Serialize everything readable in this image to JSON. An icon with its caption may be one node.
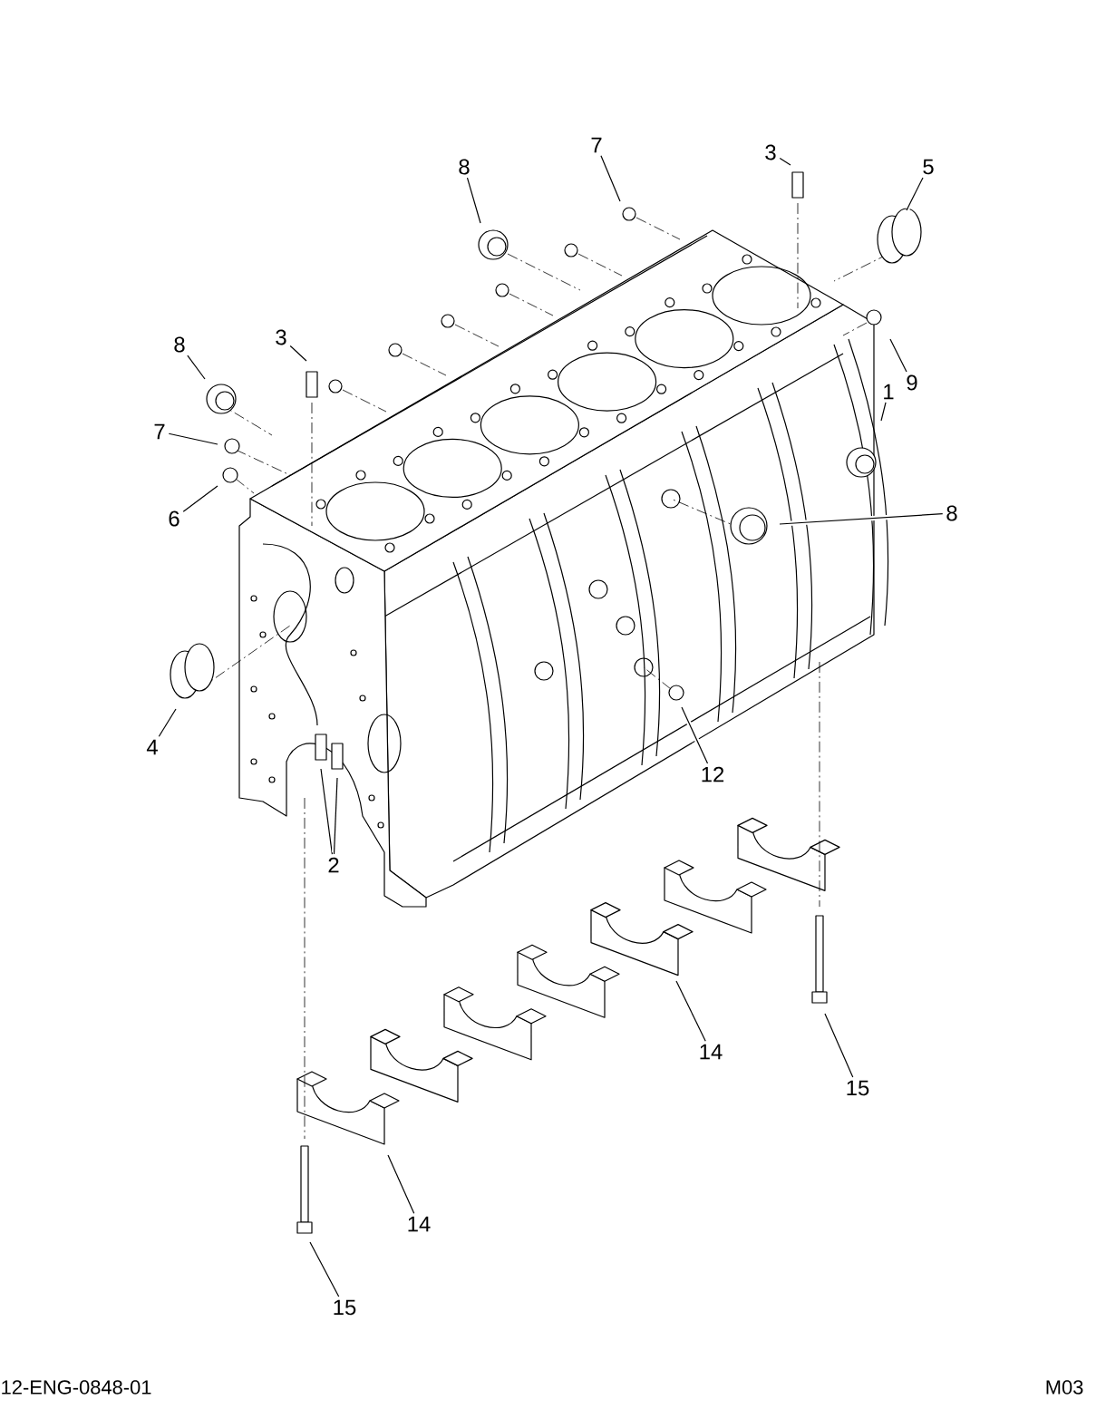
{
  "diagram": {
    "nodes": [
      {
        "text": [
          "7"
        ]
      },
      {
        "text": [
          "3"
        ]
      },
      {
        "text": [
          "8"
        ]
      },
      {
        "text": [
          "5"
        ]
      },
      {
        "text": [
          "3"
        ]
      },
      {
        "text": [
          "8"
        ]
      },
      {
        "text": [
          "9"
        ]
      },
      {
        "text": [
          "1"
        ]
      },
      {
        "text": [
          "7"
        ]
      },
      {
        "text": [
          "8"
        ]
      },
      {
        "text": [
          "6"
        ]
      },
      {
        "text": [
          "4"
        ]
      },
      {
        "text": [
          "12"
        ]
      },
      {
        "text": [
          "2"
        ]
      },
      {
        "text": [
          "14"
        ]
      },
      {
        "text": [
          "15"
        ]
      },
      {
        "text": [
          "14"
        ]
      },
      {
        "text": [
          "15"
        ]
      }
    ],
    "edges": [
      {
        "from": 0,
        "to": null,
        "arrow": "none"
      },
      {
        "from": 1,
        "to": null,
        "arrow": "none"
      },
      {
        "from": 2,
        "to": null,
        "arrow": "none"
      },
      {
        "from": 3,
        "to": null,
        "arrow": "none"
      },
      {
        "from": 4,
        "to": null,
        "arrow": "none"
      },
      {
        "from": 5,
        "to": null,
        "arrow": "none"
      },
      {
        "from": 6,
        "to": null,
        "arrow": "none"
      },
      {
        "from": 7,
        "to": null,
        "arrow": "none"
      },
      {
        "from": 8,
        "to": null,
        "arrow": "none"
      },
      {
        "from": 9,
        "to": null,
        "arrow": "none"
      },
      {
        "from": 10,
        "to": null,
        "arrow": "none"
      },
      {
        "from": 11,
        "to": null,
        "arrow": "none"
      },
      {
        "from": 12,
        "to": null,
        "arrow": "none"
      },
      {
        "from": 13,
        "to": null,
        "arrow": "none"
      },
      {
        "from": 13,
        "to": null,
        "arrow": "none"
      },
      {
        "from": 14,
        "to": null,
        "arrow": "none"
      },
      {
        "from": 15,
        "to": null,
        "arrow": "none"
      },
      {
        "from": 16,
        "to": null,
        "arrow": "none"
      },
      {
        "from": 17,
        "to": null,
        "arrow": "none"
      }
    ],
    "labels": [
      "12-ENG-0848-01",
      "M03"
    ]
  }
}
